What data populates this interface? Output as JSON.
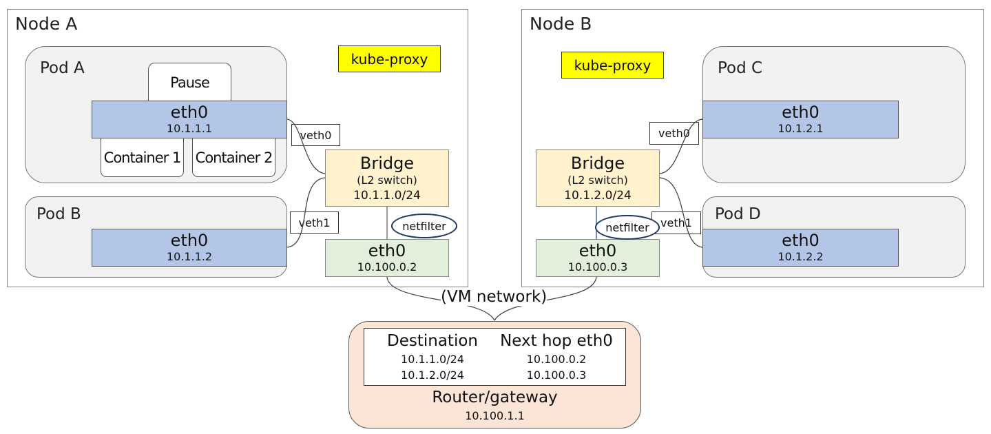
{
  "node_a": {
    "title": "Node A",
    "kube_proxy": "kube-proxy",
    "pod_a": {
      "title": "Pod A",
      "pause": "Pause",
      "eth_label": "eth0",
      "eth_ip": "10.1.1.1",
      "container1": "Container 1",
      "container2": "Container 2"
    },
    "pod_b": {
      "title": "Pod B",
      "eth_label": "eth0",
      "eth_ip": "10.1.1.2"
    },
    "veth0": "veth0",
    "veth1": "veth1",
    "bridge": {
      "label": "Bridge",
      "sub": "(L2 switch)",
      "subnet": "10.1.1.0/24"
    },
    "netfilter": "netfilter",
    "eth0": {
      "label": "eth0",
      "ip": "10.100.0.2"
    }
  },
  "node_b": {
    "title": "Node B",
    "kube_proxy": "kube-proxy",
    "pod_c": {
      "title": "Pod C",
      "eth_label": "eth0",
      "eth_ip": "10.1.2.1"
    },
    "pod_d": {
      "title": "Pod D",
      "eth_label": "eth0",
      "eth_ip": "10.1.2.2"
    },
    "veth0": "veth0",
    "veth1": "veth1",
    "bridge": {
      "label": "Bridge",
      "sub": "(L2 switch)",
      "subnet": "10.1.2.0/24"
    },
    "netfilter": "netfilter",
    "eth0": {
      "label": "eth0",
      "ip": "10.100.0.3"
    }
  },
  "vm_network": "(VM network)",
  "router": {
    "title": "Router/gateway",
    "ip": "10.100.1.1",
    "table": {
      "headers": [
        "Destination",
        "Next hop eth0"
      ],
      "rows": [
        [
          "10.1.1.0/24",
          "10.100.0.2"
        ],
        [
          "10.1.2.0/24",
          "10.100.0.3"
        ]
      ]
    }
  }
}
